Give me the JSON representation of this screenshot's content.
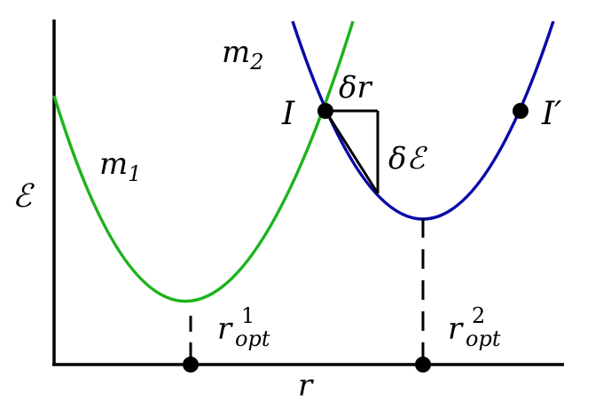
{
  "labels": {
    "energy_axis": "ℰ",
    "r_axis": "r",
    "m1": "m",
    "m1_sub": "1",
    "m2": "m",
    "m2_sub": "2",
    "point_I": "I",
    "point_I_prime": "I′",
    "delta_r": "δr",
    "delta_E": "δℰ",
    "ropt1_base": "r",
    "ropt1_sup": "1",
    "ropt1_sub": "opt",
    "ropt2_base": "r",
    "ropt2_sup": "2",
    "ropt2_sub": "opt"
  },
  "colors": {
    "curve_m1": "#1db31d",
    "curve_m2": "#0a0aa8",
    "axes": "#000000"
  }
}
